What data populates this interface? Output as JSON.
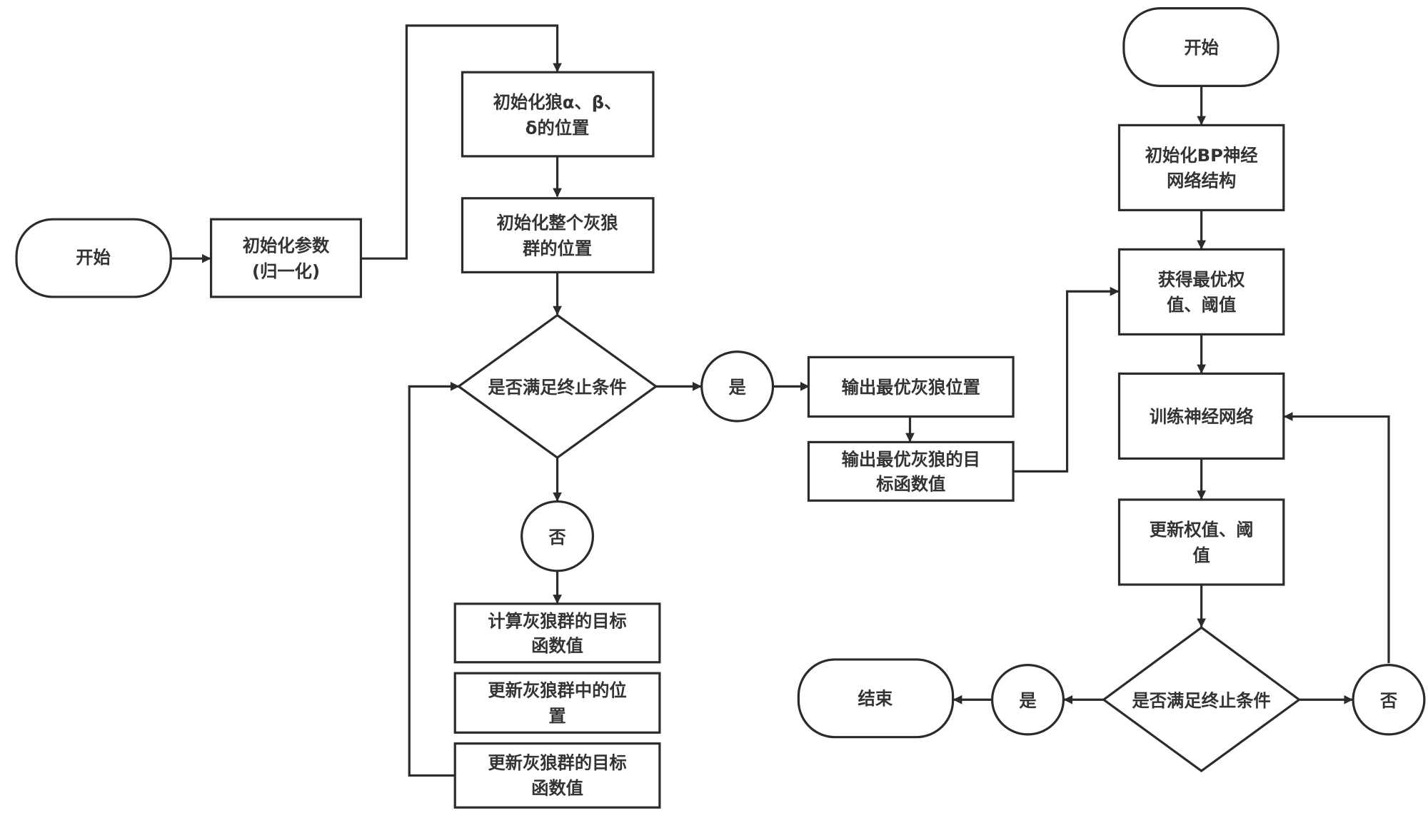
{
  "left": {
    "start": "开始",
    "init_params": [
      "初始化参数",
      "(归一化)"
    ],
    "init_leaders": [
      "初始化狼α、β、",
      "δ的位置"
    ],
    "init_pack": [
      "初始化整个灰狼",
      "群的位置"
    ],
    "decision": "是否满足终止条件",
    "yes": "是",
    "no": "否",
    "calc": [
      "计算灰狼群的目标",
      "函数值"
    ],
    "update_pos": [
      "更新灰狼群中的位",
      "置"
    ],
    "update_obj": [
      "更新灰狼群的目标",
      "函数值"
    ],
    "out_pos": "输出最优灰狼位置",
    "out_obj": [
      "输出最优灰狼的目",
      "标函数值"
    ]
  },
  "right": {
    "start": "开始",
    "init_bp": [
      "初始化BP神经",
      "网络结构"
    ],
    "get_opt": [
      "获得最优权",
      "值、阈值"
    ],
    "train": "训练神经网络",
    "update": [
      "更新权值、阈",
      "值"
    ],
    "decision": "是否满足终止条件",
    "yes": "是",
    "no": "否",
    "end": "结束"
  }
}
